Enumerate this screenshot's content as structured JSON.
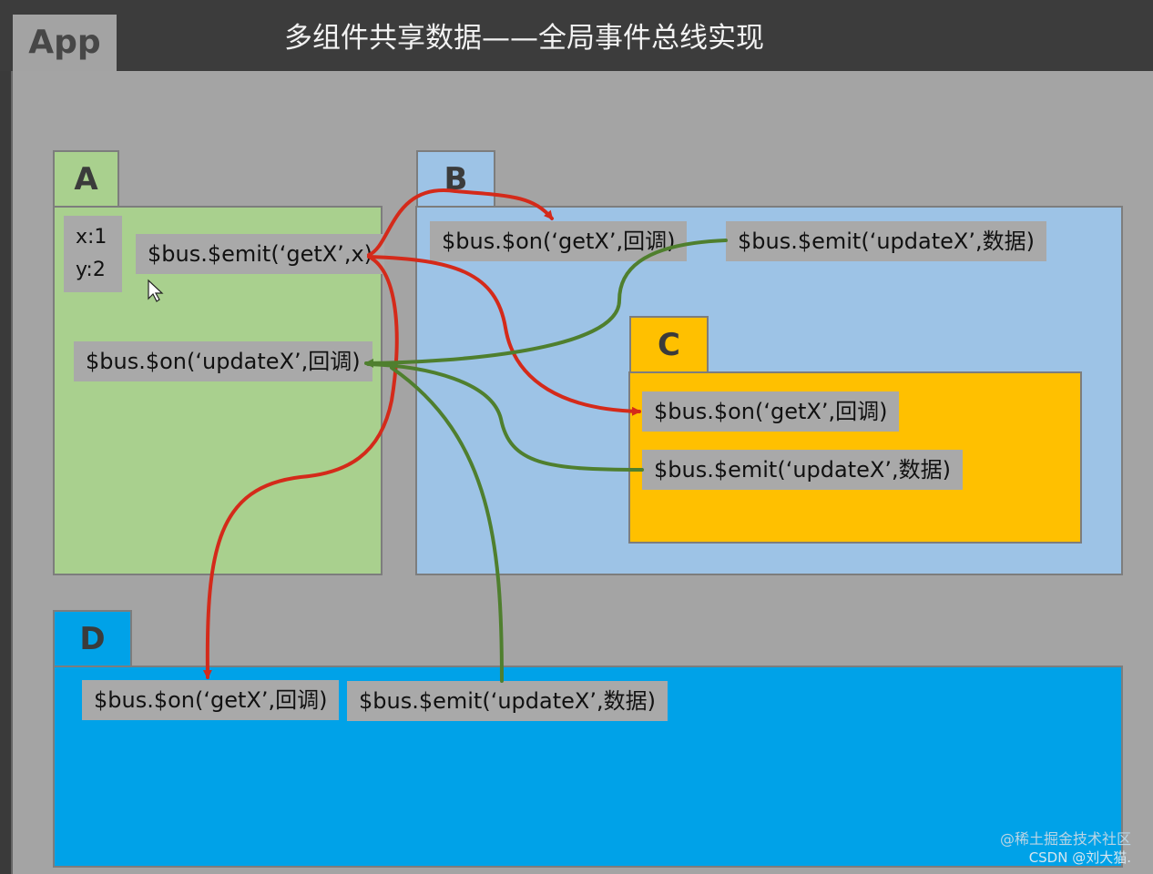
{
  "app": {
    "tab_label": "App",
    "title": "多组件共享数据——全局事件总线实现"
  },
  "components": {
    "A": {
      "label": "A",
      "vars": [
        "x:1",
        "y:2"
      ],
      "emit": "$bus.$emit(‘getX’,x)",
      "on": "$bus.$on(‘updateX’,回调)"
    },
    "B": {
      "label": "B",
      "on": "$bus.$on(‘getX’,回调)",
      "emit": "$bus.$emit(‘updateX’,数据)"
    },
    "C": {
      "label": "C",
      "on": "$bus.$on(‘getX’,回调)",
      "emit": "$bus.$emit(‘updateX’,数据)"
    },
    "D": {
      "label": "D",
      "on": "$bus.$on(‘getX’,回调)",
      "emit": "$bus.$emit(‘updateX’,数据)"
    }
  },
  "colors": {
    "A": "#a9d08e",
    "B": "#9dc3e6",
    "C": "#ffc000",
    "D": "#00a2e8",
    "getX_arrow": "#d42a1a",
    "updateX_arrow": "#4f7f2e"
  },
  "watermark": {
    "line1": "@稀土掘金技术社区",
    "line2": "CSDN @刘大猫."
  }
}
